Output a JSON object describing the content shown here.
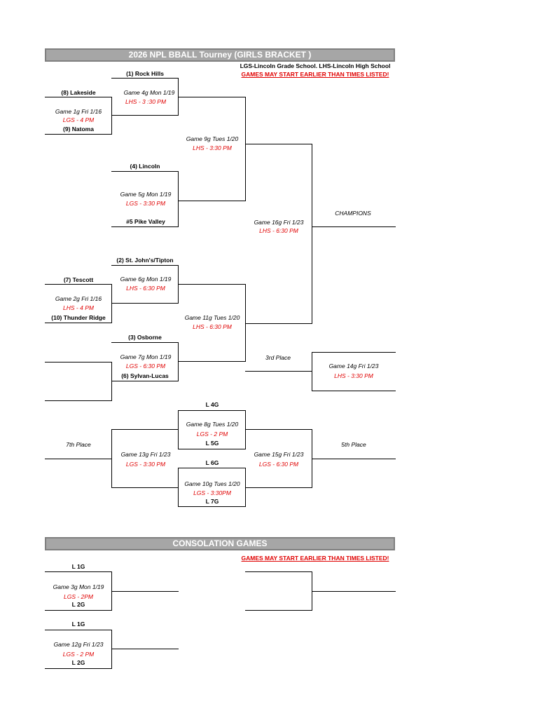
{
  "header": {
    "title": "2026 NPL BBALL Tourney (GIRLS BRACKET )",
    "legend": "LGS-Lincoln Grade School. LHS-Lincoln High School",
    "warning": "GAMES MAY START EARLIER THAN TIMES LISTED!"
  },
  "bracket": {
    "rock_hills": "(1) Rock Hills",
    "lakeside": "(8) Lakeside",
    "natoma": "(9) Natoma",
    "lincoln": "(4) Lincoln",
    "pike_valley": "#5 Pike Valley",
    "st_johns": "(2) St. John's/Tipton",
    "tescott": "(7) Tescott",
    "thunder_ridge": "(10) Thunder Ridge",
    "osborne": "(3) Osborne",
    "sylvan_lucas": "(6) Sylvan-Lucas",
    "g4": {
      "name": "Game 4g Mon 1/19",
      "loc": "LHS - 3 :30 PM"
    },
    "g1": {
      "name": "Game 1g Fri 1/16",
      "loc": "LGS - 4 PM"
    },
    "g9": {
      "name": "Game 9g Tues 1/20",
      "loc": "LHS - 3:30 PM"
    },
    "g5": {
      "name": "Game 5g Mon 1/19",
      "loc": "LGS - 3:30 PM"
    },
    "g16": {
      "name": "Game 16g Fri 1/23",
      "loc": "LHS - 6:30 PM"
    },
    "champions": "CHAMPIONS",
    "g6": {
      "name": "Game 6g Mon 1/19",
      "loc": "LHS - 6:30 PM"
    },
    "g2": {
      "name": "Game 2g Fri 1/16",
      "loc": "LHS - 4 PM"
    },
    "g11": {
      "name": "Game 11g Tues 1/20",
      "loc": "LHS - 6:30 PM"
    },
    "g7": {
      "name": "Game 7g Mon 1/19",
      "loc": "LGS - 6:30 PM"
    },
    "third_place": "3rd Place",
    "g14": {
      "name": "Game 14g Fri 1/23",
      "loc": "LHS - 3:30 PM"
    }
  },
  "placement": {
    "l4g": "L 4G",
    "g8": {
      "name": "Game 8g Tues 1/20",
      "loc": "LGS - 2 PM"
    },
    "l5g": "L 5G",
    "seventh_place": "7th Place",
    "fifth_place": "5th Place",
    "g13": {
      "name": "Game 13g Fri 1/23",
      "loc": "LGS - 3:30 PM"
    },
    "l6g": "L 6G",
    "g15": {
      "name": "Game 15g Fri 1/23",
      "loc": "LGS - 6:30 PM"
    },
    "g10": {
      "name": "Game 10g Tues 1/20",
      "loc": "LGS - 3:30PM"
    },
    "l7g": "L 7G"
  },
  "consolation": {
    "title": "CONSOLATION GAMES",
    "warning": "GAMES MAY START EARLIER THAN TIMES LISTED!",
    "l1g_a": "L 1G",
    "g3": {
      "name": "Game 3g Mon 1/19",
      "loc": "LGS - 2PM"
    },
    "l2g_a": "L 2G",
    "l1g_b": "L 1G",
    "g12": {
      "name": "Game 12g Fri 1/23",
      "loc": "LGS - 2 PM"
    },
    "l2g_b": "L 2G"
  }
}
